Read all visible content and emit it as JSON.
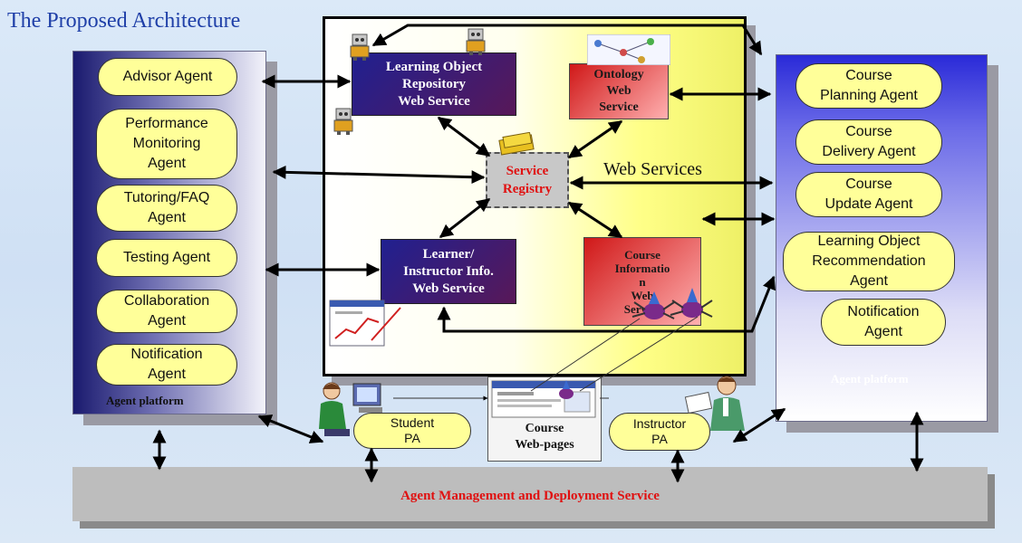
{
  "title": "The Proposed Architecture",
  "left_platform": {
    "label": "Agent platform",
    "agents": [
      "Advisor Agent",
      "Performance\nMonitoring\nAgent",
      "Tutoring/FAQ\nAgent",
      "Testing Agent",
      "Collaboration\nAgent",
      "Notification\nAgent"
    ]
  },
  "right_platform": {
    "label": "Agent platform",
    "agents": [
      "Course\nPlanning Agent",
      "Course\nDelivery Agent",
      "Course\nUpdate Agent",
      "Learning Object\nRecommendation\nAgent",
      "Notification\nAgent"
    ]
  },
  "web_services": {
    "label": "Web Services",
    "learning_object_repository": "Learning Object\nRepository\nWeb Service",
    "ontology": "Ontology\nWeb\nService",
    "registry": "Service\nRegistry",
    "learner_instructor": "Learner/\nInstructor Info.\nWeb Service",
    "course_information": "Course\nInformatio\nn\nWeb\nService"
  },
  "student_pa": "Student\nPA",
  "instructor_pa": "Instructor\nPA",
  "course_webpages": "Course\nWeb-pages",
  "amds": "Agent Management and Deployment Service",
  "colors": {
    "agent_fill": "#ffff99",
    "ws_blue": "#202090",
    "ws_red": "#d01818",
    "registry_text": "#e01010",
    "amds_text": "#e01010",
    "title": "#1f3fa8"
  }
}
